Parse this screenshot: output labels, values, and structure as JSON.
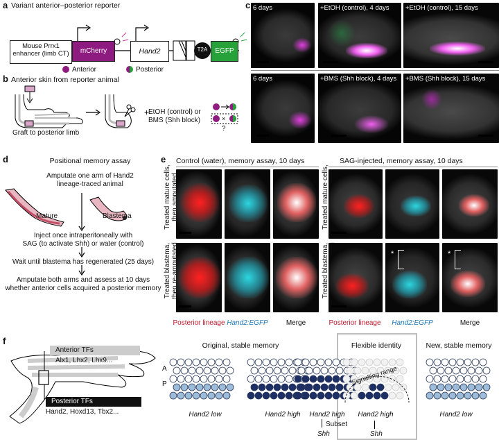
{
  "panel_a": {
    "letter": "a",
    "title": "Variant anterior–posterior reporter",
    "enhancer": "Mouse Prrx1 enhancer (limb CT)",
    "mcherry": "mCherry",
    "hand2": "Hand2",
    "t2a": "T2A",
    "egfp": "EGFP",
    "legend_anterior": "Anterior",
    "legend_posterior": "Posterior",
    "colors": {
      "mcherry": "#8e1b80",
      "egfp": "#27a139"
    }
  },
  "panel_b": {
    "letter": "b",
    "title": "Anterior skin from reporter animal",
    "graft": "Graft to posterior limb",
    "treat_line1": "EtOH (control) or",
    "treat_line2": "BMS (Shh block)",
    "question": "?"
  },
  "panel_c": {
    "letter": "c",
    "images": [
      {
        "label": "6 days"
      },
      {
        "label": "+EtOH (control), 4 days"
      },
      {
        "label": "+EtOH (control), 15 days"
      },
      {
        "label": "6 days"
      },
      {
        "label": "+BMS (Shh block), 4 days"
      },
      {
        "label": "+BMS (Shh block), 15 days"
      }
    ]
  },
  "panel_d": {
    "letter": "d",
    "title": "Positional memory assay",
    "step1_l1": "Amputate one arm of Hand2",
    "step1_l2": "lineage-traced animal",
    "mature": "Mature",
    "blastema": "Blastema",
    "step2_l1": "Inject once intraperitoneally with",
    "step2_l2": "SAG (to activate Shh) or water (control)",
    "step3": "Wait until blastema has regenerated (25 days)",
    "step4_l1": "Amputate both arms and assess at 10 days",
    "step4_l2": "whether anterior cells acquired a posterior memory"
  },
  "panel_e": {
    "letter": "e",
    "left_title": "Control (water), memory assay, 10 days",
    "right_title": "SAG-injected, memory assay, 10 days",
    "row1_label_l1": "Treated mature cells,",
    "row1_label_l2": "then amputated",
    "row2_label_l1": "Treated blastema,",
    "row2_label_l2": "then re-amputated",
    "col_posterior": "Posterior lineage",
    "col_hand2": "Hand2:EGFP",
    "col_merge": "Merge",
    "asterisk": "*"
  },
  "panel_f": {
    "letter": "f",
    "anterior_tfs": "Anterior TFs",
    "anterior_list": "Alx1, Lhx2, Lhx9...",
    "posterior_tfs": "Posterior TFs",
    "posterior_list": "Hand2, Hoxd13, Tbx2...",
    "orig_stable": "Original, stable memory",
    "flexible": "Flexible identity",
    "new_stable": "New, stable memory",
    "axis_a": "A",
    "axis_p": "P",
    "signalling": "Signalling range",
    "states": [
      "Hand2 low",
      "Hand2 high",
      "Hand2 high",
      "Hand2 high",
      "Hand2 low"
    ],
    "subset": "Subset",
    "shh1": "Shh",
    "shh2": "Shh"
  }
}
